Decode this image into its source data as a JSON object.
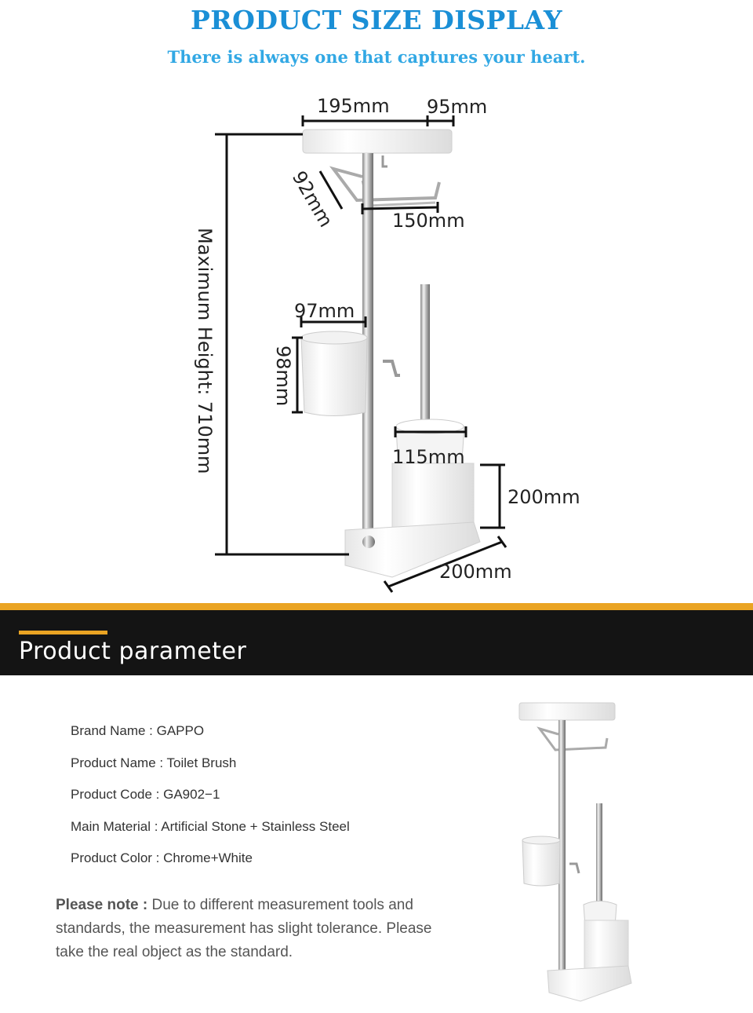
{
  "header": {
    "title": "PRODUCT SIZE DISPLAY",
    "subtitle": "There is always one that captures your heart."
  },
  "dimensions": {
    "shelf_length": "195mm",
    "shelf_depth": "95mm",
    "holder_depth": "92mm",
    "holder_width": "150mm",
    "max_height": "Maximum Height:  710mm",
    "cup_width": "97mm",
    "cup_height": "98mm",
    "bowl_width": "115mm",
    "base_height": "200mm",
    "base_length": "200mm"
  },
  "section": {
    "title": "Product parameter"
  },
  "parameters": [
    {
      "label": "Brand Name",
      "value": "GAPPO"
    },
    {
      "label": "Product Name",
      "value": "Toilet Brush"
    },
    {
      "label": "Product Code",
      "value": "GA902−1"
    },
    {
      "label": "Main Material",
      "value": "Artificial Stone + Stainless Steel"
    },
    {
      "label": "Product Color",
      "value": "Chrome+White"
    }
  ],
  "note": {
    "label": "Please note :",
    "text": " Due to different measurement tools and standards, the measurement has slight tolerance. Please take the real object as the standard."
  },
  "colors": {
    "title_blue": "#1a8fd6",
    "banner_bg": "#141414",
    "banner_accent": "#eaa423"
  }
}
